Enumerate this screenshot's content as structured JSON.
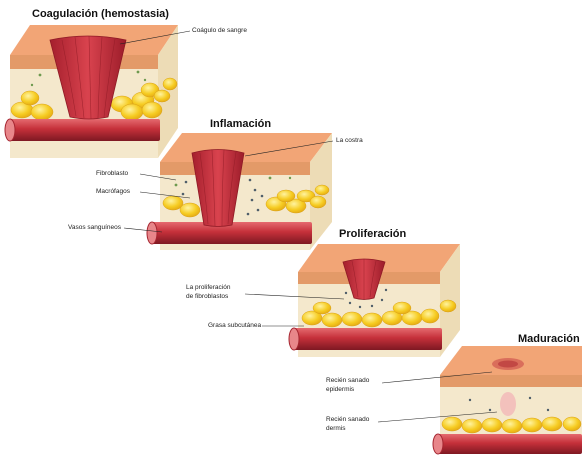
{
  "stages": [
    {
      "title": "Coagulación (hemostasia)",
      "labels": [
        "Coágulo de sangre"
      ]
    },
    {
      "title": "Inflamación",
      "labels": [
        "La costra",
        "Fibroblasto",
        "Macrófagos",
        "Vasos sanguíneos"
      ]
    },
    {
      "title": "Proliferación",
      "labels": [
        "La proliferación",
        "de fibroblastos",
        "Grasa subcutánea"
      ]
    },
    {
      "title": "Maduración",
      "labels": [
        "Recién sanado",
        "epidermis",
        "Recién sanado",
        "dermis"
      ]
    }
  ],
  "colors": {
    "skin_top": "#f2a576",
    "epidermis": "#d98752",
    "dermis": "#f4e8cc",
    "fat": "#f5c81e",
    "vessel": "#c5303a",
    "clot": "#c42d3b"
  }
}
